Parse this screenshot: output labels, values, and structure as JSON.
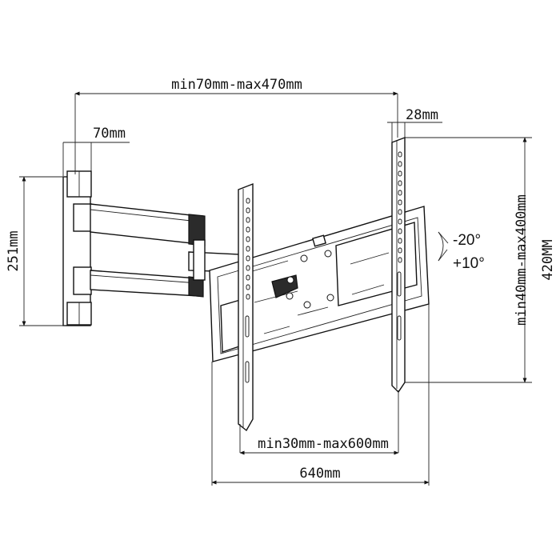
{
  "dimensions": {
    "arm_extension": "min70mm-max470mm",
    "wall_plate_depth": "70mm",
    "rail_thickness": "28mm",
    "wall_plate_height": "251mm",
    "vertical_vesa": "min40mm-max400mm",
    "overall_height": "420MM",
    "horizontal_vesa": "min30mm-max600mm",
    "overall_width": "640mm"
  },
  "tilt": {
    "down": "-20°",
    "up": "+10°"
  }
}
